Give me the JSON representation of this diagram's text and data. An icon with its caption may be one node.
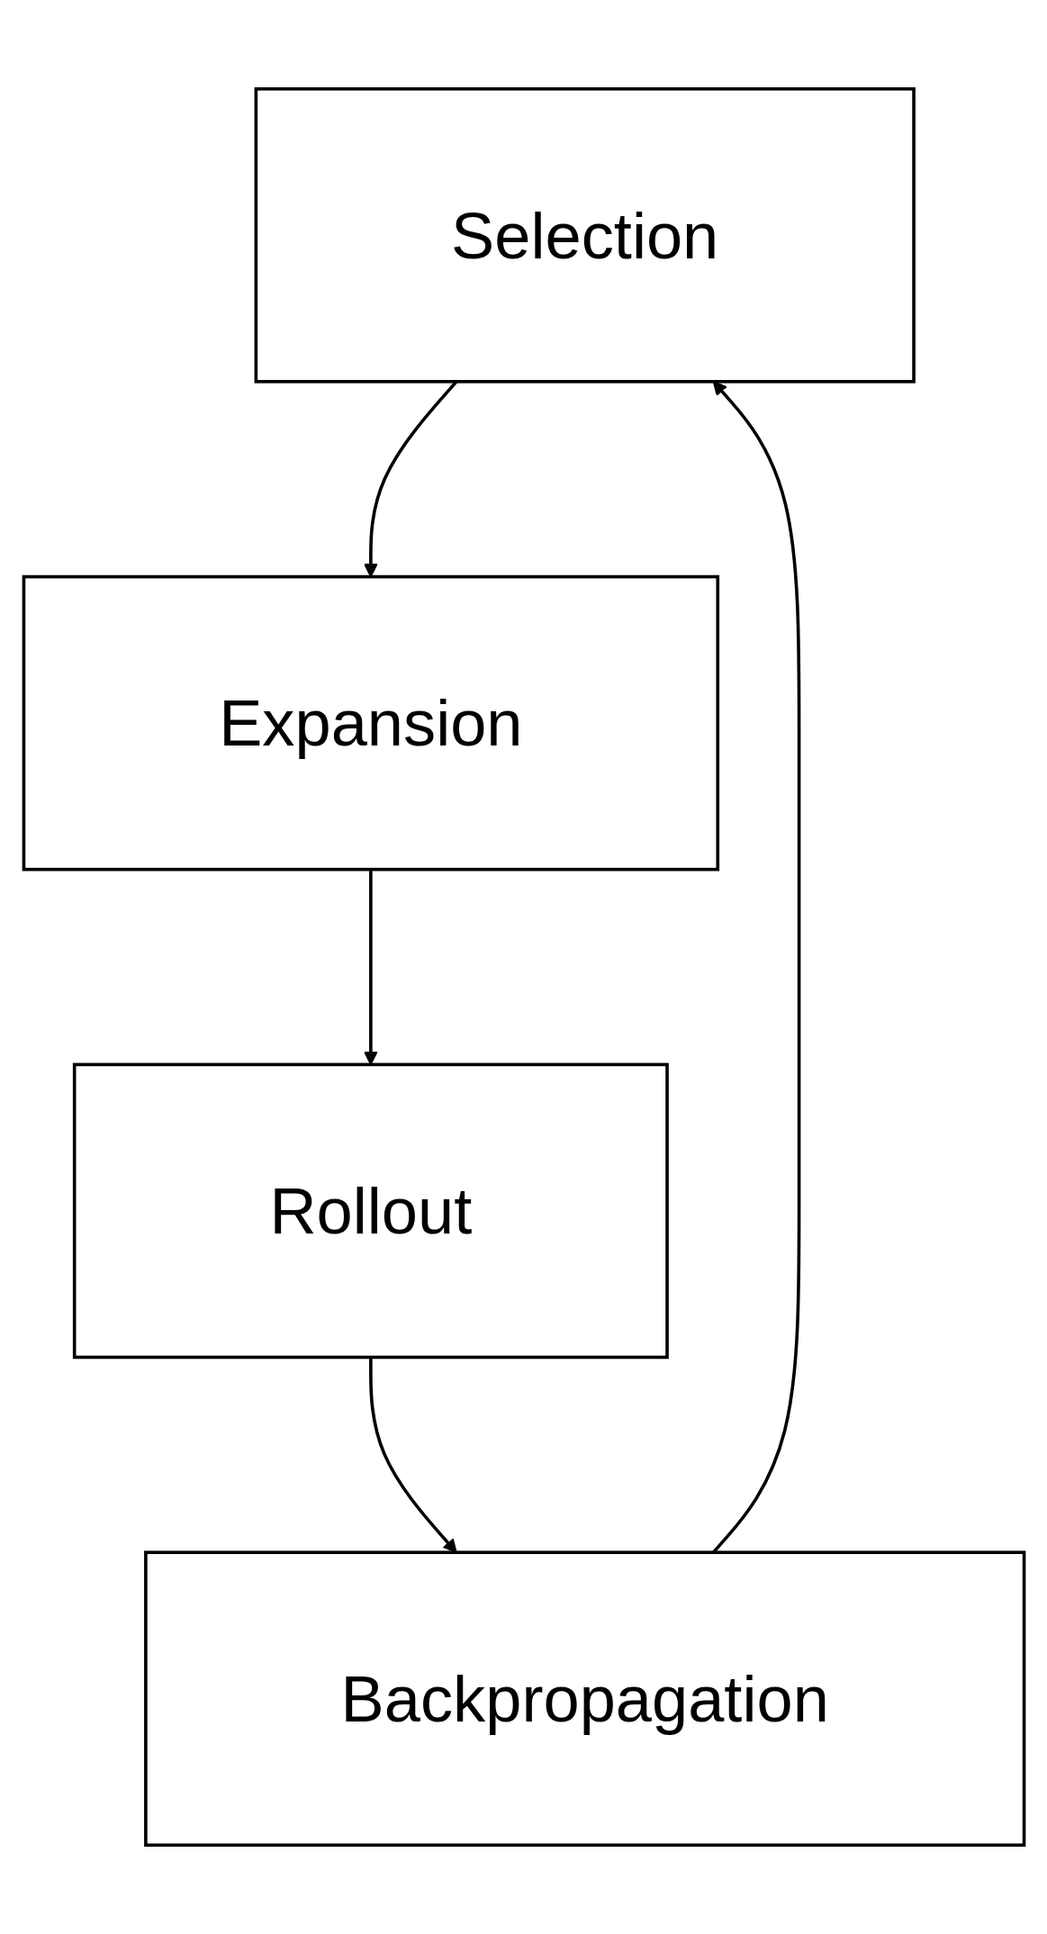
{
  "diagram": {
    "nodes": [
      {
        "text": [
          "Selection"
        ]
      },
      {
        "text": [
          "Expansion"
        ]
      },
      {
        "text": [
          "Rollout"
        ]
      },
      {
        "text": [
          "Backpropagation"
        ]
      }
    ],
    "edges": [
      {
        "from": 0,
        "to": 1,
        "arrow": "to"
      },
      {
        "from": 1,
        "to": 2,
        "arrow": "to"
      },
      {
        "from": 2,
        "to": 3,
        "arrow": "to"
      },
      {
        "from": 3,
        "to": 0,
        "arrow": "to"
      }
    ]
  }
}
